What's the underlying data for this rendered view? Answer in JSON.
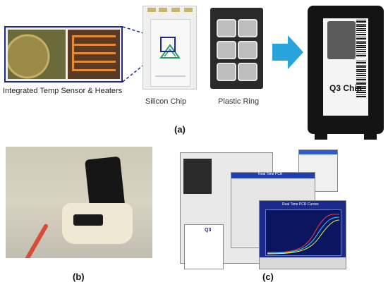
{
  "panel_a": {
    "caption_temp": "Integrated Temp Sensor & Heaters",
    "caption_silicon": "Silicon Chip",
    "caption_ring": "Plastic Ring",
    "chip_label": "Q3 Chip",
    "label": "(a)"
  },
  "panel_b": {
    "label": "(b)"
  },
  "panel_c": {
    "label": "(c)",
    "win_realtime_title": "Real Time PCR",
    "win_curves_title": "Real Time PCR Curves",
    "win_q3_text": "Q3"
  },
  "colors": {
    "zoom_border": "#1d2a8a",
    "arrow": "#29a3dc",
    "curve_1": "#ff3b3b",
    "curve_2": "#3bd0ff",
    "curve_3": "#d6ff3b"
  },
  "icons": {
    "arrow": "right-arrow-icon"
  }
}
